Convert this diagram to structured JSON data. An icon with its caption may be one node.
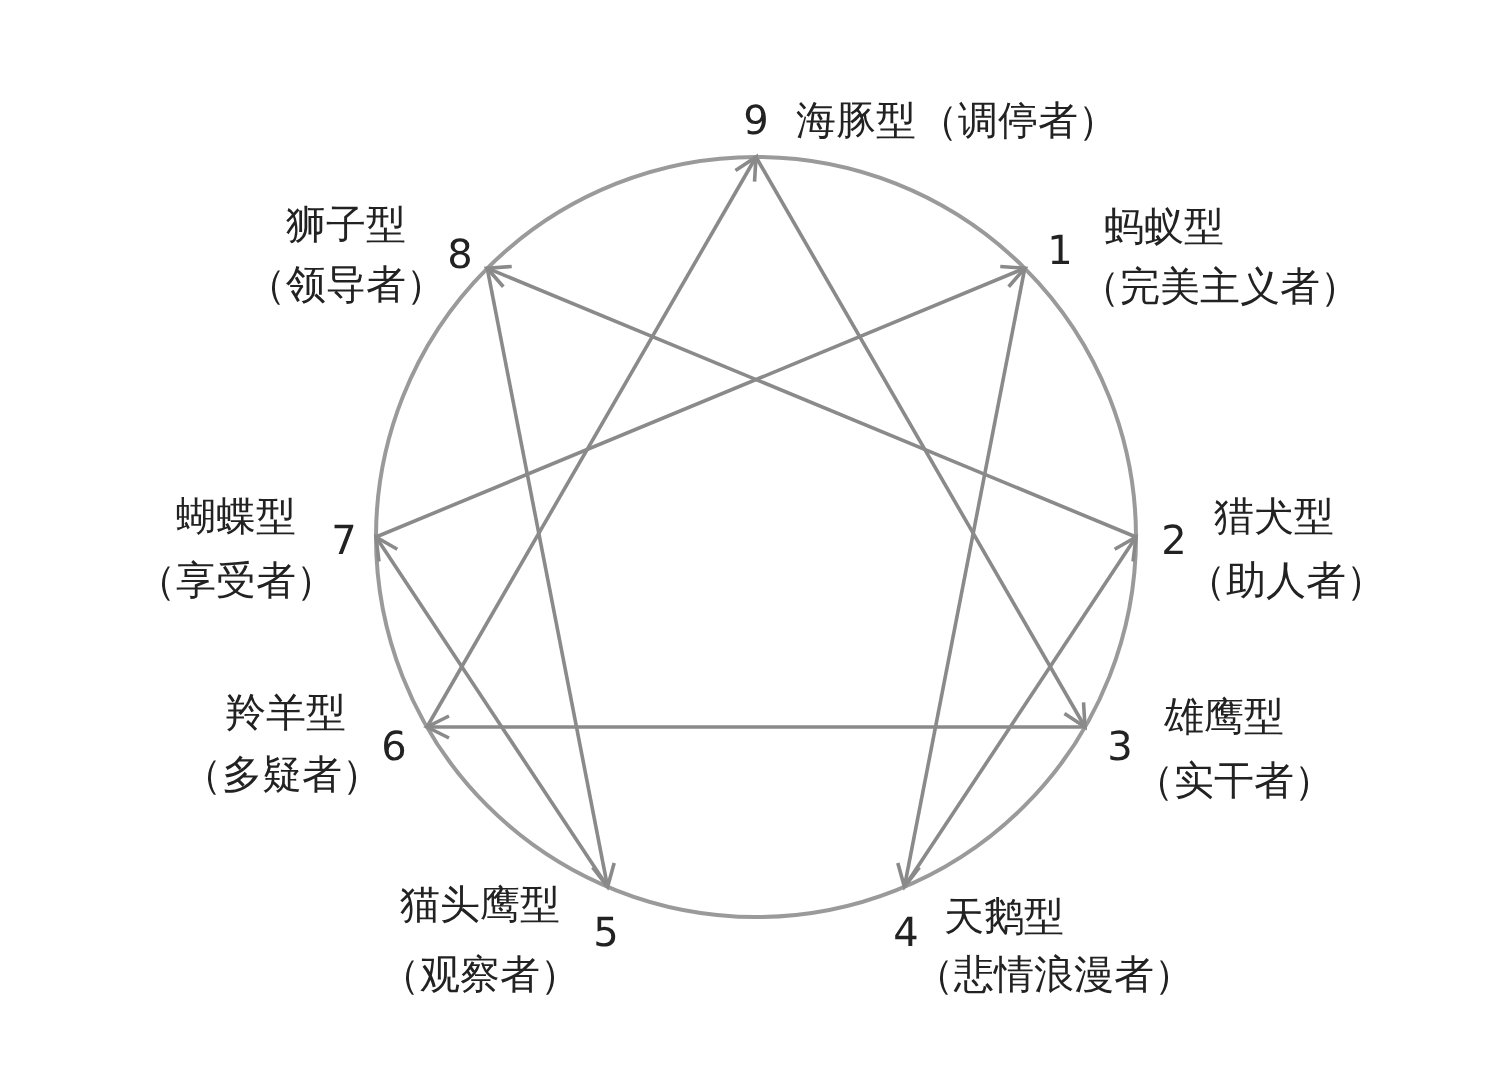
{
  "diagram": {
    "nodes": [
      {
        "text": [
          "9"
        ],
        "beside": [
          "海豚型",
          "（调停者）"
        ]
      },
      {
        "text": [
          "8"
        ],
        "beside": [
          "狮子型",
          "（领导者）"
        ]
      },
      {
        "text": [
          "1"
        ],
        "beside": [
          "蚂蚁型",
          "（完美主义者）"
        ]
      },
      {
        "text": [
          "7"
        ],
        "beside": [
          "蝴蝶型",
          "（享受者）"
        ]
      },
      {
        "text": [
          "2"
        ],
        "beside": [
          "猎犬型",
          "（助人者）"
        ]
      },
      {
        "text": [
          "6"
        ],
        "beside": [
          "羚羊型",
          "（多疑者）"
        ]
      },
      {
        "text": [
          "3"
        ],
        "beside": [
          "雄鹰型",
          "（实干者）"
        ]
      },
      {
        "text": [
          "5"
        ],
        "beside": [
          "猫头鹰型",
          "（观察者）"
        ]
      },
      {
        "text": [
          "4"
        ],
        "beside": [
          "天鹅型",
          "（悲情浪漫者）"
        ]
      }
    ],
    "edges": [
      {
        "from": 2,
        "to": 8,
        "arrow": "to"
      },
      {
        "from": 8,
        "to": 4,
        "arrow": "to"
      },
      {
        "from": 4,
        "to": 1,
        "arrow": "to"
      },
      {
        "from": 1,
        "to": 7,
        "arrow": "to"
      },
      {
        "from": 7,
        "to": 3,
        "arrow": "to"
      },
      {
        "from": 3,
        "to": 2,
        "arrow": "to"
      },
      {
        "from": 0,
        "to": 6,
        "arrow": "to"
      },
      {
        "from": 6,
        "to": 5,
        "arrow": "to"
      },
      {
        "from": 5,
        "to": 0,
        "arrow": "to"
      }
    ]
  }
}
